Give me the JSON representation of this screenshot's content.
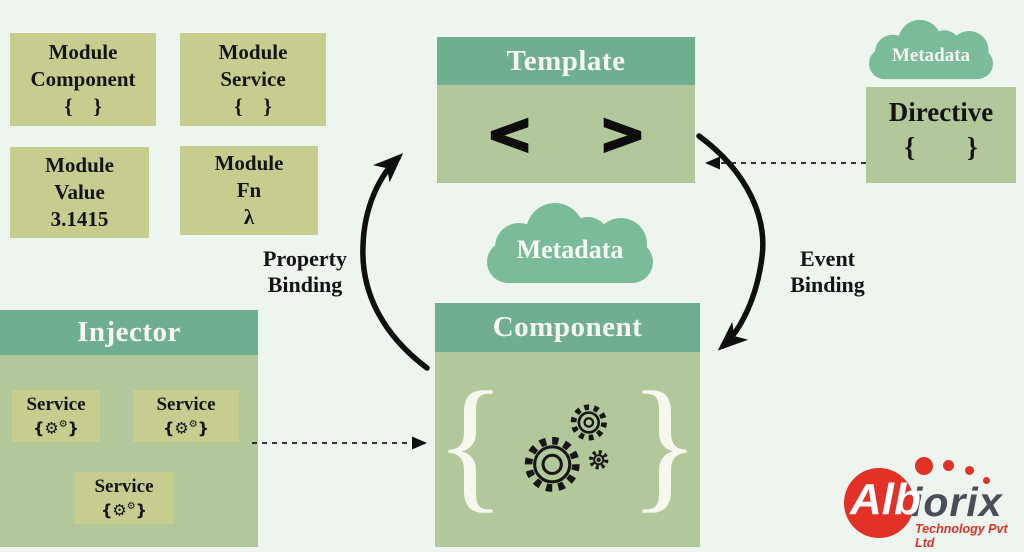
{
  "colors": {
    "background": "#edf5ee",
    "box_khaki": "#c7cc8f",
    "green_header": "#6fae8e",
    "green_body": "#b2c89b",
    "cloud_green": "#7abc9a",
    "ink": "#111111",
    "white_text": "#f8faf1",
    "logo_red": "#e23127",
    "logo_gray": "#4a4e57"
  },
  "module_boxes": [
    {
      "lines": [
        "Module",
        "Component",
        "{    }"
      ]
    },
    {
      "lines": [
        "Module",
        "Service",
        "{    }"
      ]
    },
    {
      "lines": [
        "Module",
        "Value",
        "3.1415"
      ]
    },
    {
      "lines": [
        "Module",
        "Fn",
        "λ"
      ]
    }
  ],
  "template_box": {
    "title": "Template",
    "symbol_left": "<",
    "symbol_right": ">"
  },
  "clouds": {
    "center_label": "Metadata",
    "top_right_label": "Metadata"
  },
  "directive_box": {
    "title": "Directive",
    "brace_left": "{",
    "brace_right": "}"
  },
  "component_box": {
    "title": "Component",
    "brace_left": "{",
    "brace_right": "}"
  },
  "injector_box": {
    "title": "Injector",
    "services": [
      {
        "label": "Service",
        "glyph_open": "{",
        "gear": "⚙",
        "gear_small": "⚙",
        "glyph_close": "}"
      },
      {
        "label": "Service",
        "glyph_open": "{",
        "gear": "⚙",
        "gear_small": "⚙",
        "glyph_close": "}"
      },
      {
        "label": "Service",
        "glyph_open": "{",
        "gear": "⚙",
        "gear_small": "⚙",
        "glyph_close": "}"
      }
    ]
  },
  "labels": {
    "property_binding_line1": "Property",
    "property_binding_line2": "Binding",
    "event_binding_line1": "Event",
    "event_binding_line2": "Binding"
  },
  "logo": {
    "part1": "Alb",
    "part2": "iorix",
    "tagline": "Technology Pvt Ltd"
  }
}
